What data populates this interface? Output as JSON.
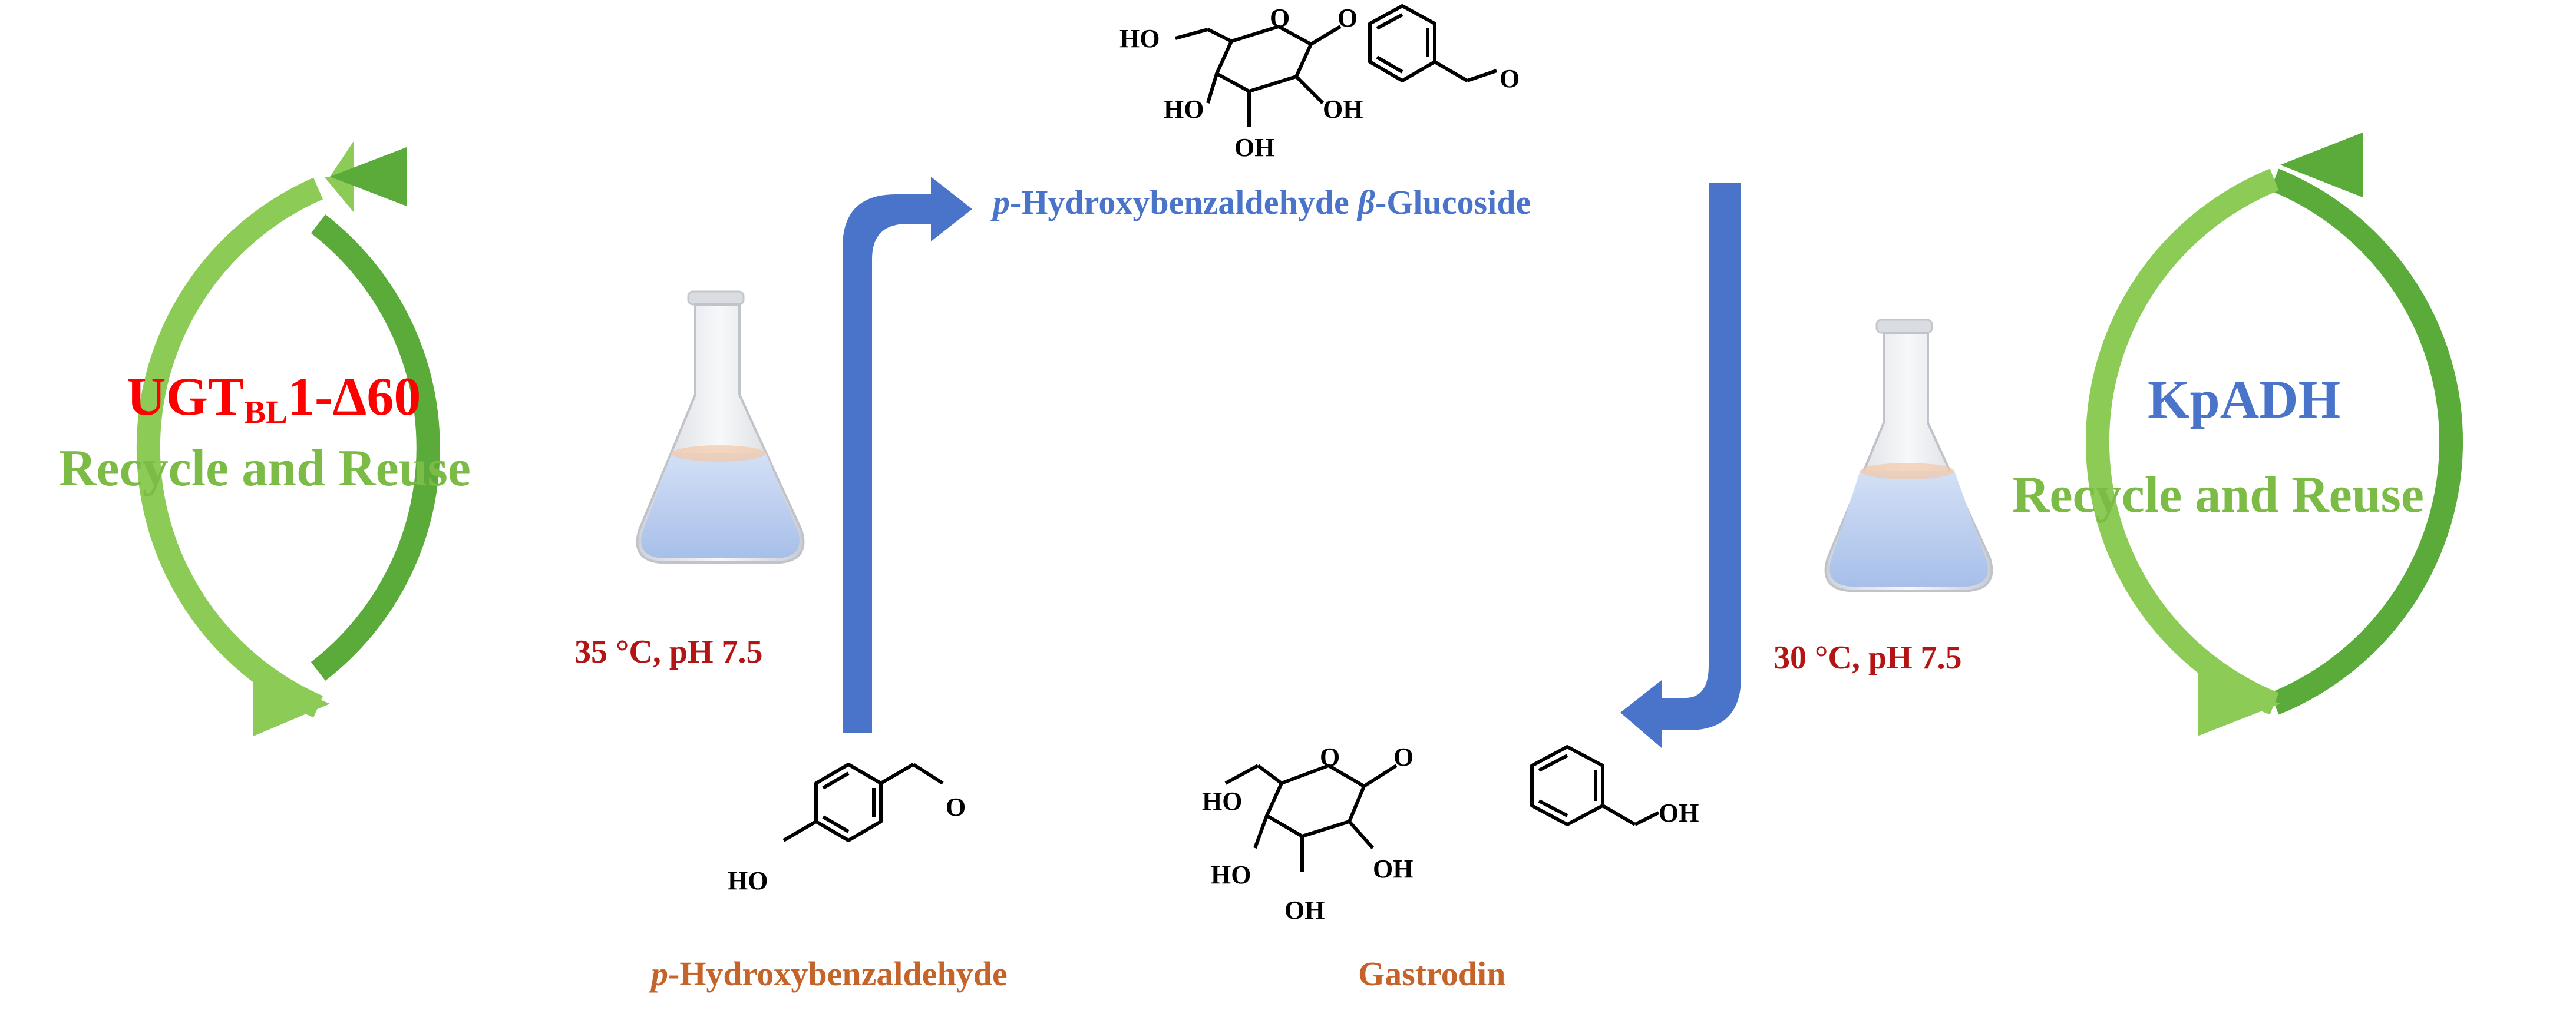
{
  "left_cycle": {
    "enzyme_name": "UGT",
    "enzyme_subscript": "BL",
    "enzyme_suffix": "1-Δ60",
    "recycle_text": "Recycle and Reuse",
    "condition": "35 °C, pH 7.5",
    "arrow_color": "#7cbb45"
  },
  "right_cycle": {
    "enzyme_name": "KpADH",
    "recycle_text": "Recycle and Reuse",
    "condition": "30 °C, pH 7.5",
    "arrow_color": "#7cbb45"
  },
  "compounds": {
    "substrate": {
      "prefix": "p",
      "name": "-Hydroxybenzaldehyde",
      "labels": {
        "oh": "HO",
        "o": "O"
      }
    },
    "intermediate": {
      "prefix": "p",
      "name_mid": "-Hydroxybenzaldehyde ",
      "beta": "β",
      "name_end": "-Glucoside",
      "labels": {
        "ho": "HO",
        "oh1": "HO",
        "oh2": "OH",
        "oh3": "OH",
        "ring_o": "O",
        "link_o": "O",
        "ald_o": "O"
      }
    },
    "product": {
      "name": "Gastrodin",
      "labels": {
        "ho": "HO",
        "oh1": "HO",
        "oh2": "OH",
        "oh3": "OH",
        "ring_o": "O",
        "link_o": "O",
        "ch2oh": "OH"
      }
    }
  },
  "colors": {
    "process_arrow": "#4a74c9",
    "flask_liquid": "#b7cbee",
    "flask_glass": "#e6e8ec"
  }
}
